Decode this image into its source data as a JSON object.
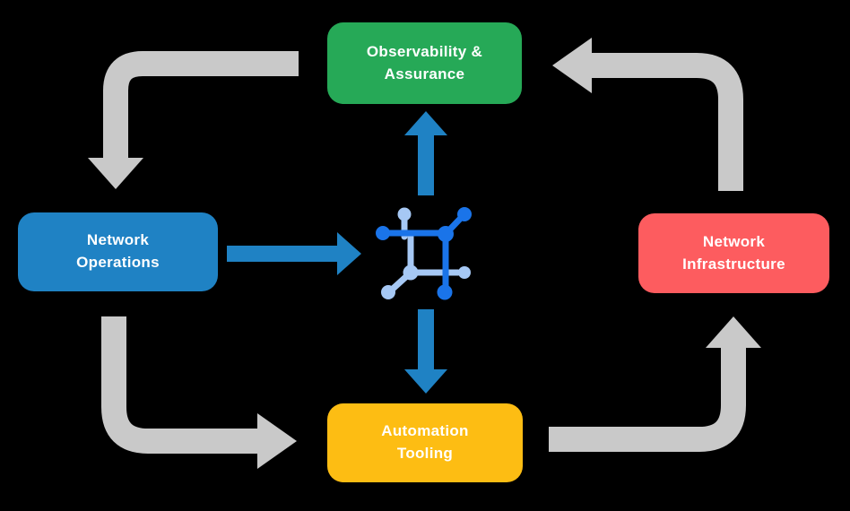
{
  "diagram": {
    "background_color": "#000000",
    "nodes": [
      {
        "id": "observability-assurance",
        "line1": "Observability &",
        "line2": "Assurance",
        "color": "#26a957",
        "text_color": "#ffffff"
      },
      {
        "id": "network-operations",
        "line1": "Network",
        "line2": "Operations",
        "color": "#1f82c4",
        "text_color": "#ffffff"
      },
      {
        "id": "network-infrastructure",
        "line1": "Network",
        "line2": "Infrastructure",
        "color": "#fd5c5f",
        "text_color": "#ffffff"
      },
      {
        "id": "automation-tooling",
        "line1": "Automation",
        "line2": "Tooling",
        "color": "#fdbd13",
        "text_color": "#ffffff"
      }
    ],
    "center_icon": {
      "name": "network-mesh-icon",
      "dark_color": "#1a74e9",
      "light_color": "#a6c8f4"
    },
    "arrows": {
      "cycle_color": "#c9c9c9",
      "hub_color": "#1f82c4",
      "cycle_flow": [
        {
          "from": "observability-assurance",
          "to": "network-operations"
        },
        {
          "from": "network-operations",
          "to": "automation-tooling"
        },
        {
          "from": "automation-tooling",
          "to": "network-infrastructure"
        },
        {
          "from": "network-infrastructure",
          "to": "observability-assurance"
        }
      ],
      "hub_flow": [
        {
          "from": "network-operations",
          "to": "center-icon"
        },
        {
          "from": "center-icon",
          "to": "observability-assurance"
        },
        {
          "from": "center-icon",
          "to": "automation-tooling"
        }
      ]
    }
  }
}
